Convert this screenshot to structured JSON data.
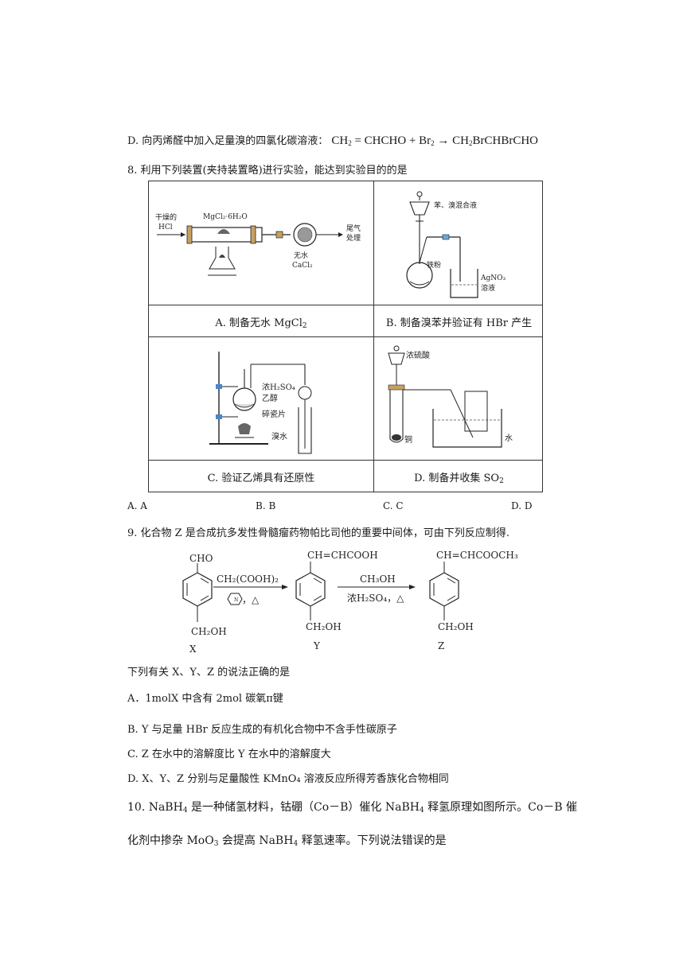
{
  "q7": {
    "optD_text": "D. 向丙烯醛中加入足量溴的四氯化碳溶液：",
    "optD_eq": {
      "lhs_a": "CH",
      "lhs_a_sub": "2",
      "lhs_b": " = CHCHO + Br",
      "lhs_b_sub": "2",
      "arrow": " → ",
      "rhs_a": "CH",
      "rhs_a_sub": "2",
      "rhs_b": "BrCHBrCHO"
    }
  },
  "q8": {
    "stem": "8. 利用下列装置(夹持装置略)进行实验，能达到实验目的的是",
    "panelA": {
      "labels": [
        "干燥的",
        "HCl",
        "MgCl₂·6H₂O",
        "无水",
        "CaCl₂",
        "尾气",
        "处理"
      ]
    },
    "panelB": {
      "labels": [
        "苯、溴混合液",
        "铁粉",
        "AgNO₃",
        "溶液"
      ]
    },
    "panelC": {
      "labels": [
        "浓H₂SO₄",
        "乙醇",
        "碎瓷片",
        "溴水"
      ]
    },
    "panelD": {
      "labels": [
        "浓硫酸",
        "铜",
        "水"
      ]
    },
    "captions": {
      "A_pre": "A.  制备无水 MgCl",
      "A_sub": "2",
      "B": "B.  制备溴苯并验证有 HBr 产生",
      "C": "C.  验证乙烯具有还原性",
      "D_pre": "D.  制备并收集 SO",
      "D_sub": "2"
    },
    "options": [
      "A. A",
      "B. B",
      "C. C",
      "D. D"
    ]
  },
  "q9": {
    "stem": "9. 化合物 Z 是合成抗多发性骨髓瘤药物帕比司他的重要中间体，可由下列反应制得.",
    "X": {
      "top": "CHO",
      "bottom": "CH₂OH",
      "label": "X"
    },
    "Y": {
      "top": "CH=CHCOOH",
      "bottom": "CH₂OH",
      "label": "Y"
    },
    "Z": {
      "top": "CH=CHCOOCH₃",
      "bottom": "CH₂OH",
      "label": "Z"
    },
    "step1": {
      "above": "CH₂(COOH)₂",
      "below": "，△"
    },
    "step2": {
      "above": "CH₃OH",
      "below": "浓H₂SO₄，△"
    },
    "prompt": "下列有关 X、Y、Z 的说法正确的是",
    "options": [
      "A．1molX 中含有 2mol 碳氧π键",
      "B. Y 与足量 HBr 反应生成的有机化合物中不含手性碳原子",
      "C. Z 在水中的溶解度比 Y 在水中的溶解度大",
      "D. X、Y、Z 分别与足量酸性 KMnO₄ 溶液反应所得芳香族化合物相同"
    ]
  },
  "q10": {
    "l1_a": "10.  NaBH",
    "l1_a_sub": "4",
    "l1_b": " 是一种储氢材料，钴硼（Co－B）催化 NaBH",
    "l1_b_sub": "4",
    "l1_c": " 释氢原理如图所示。Co－B 催",
    "l2_a": "化剂中掺杂 MoO",
    "l2_a_sub": "3",
    "l2_b": " 会提高 NaBH",
    "l2_b_sub": "4",
    "l2_c": " 释氢速率。下列说法错误的是"
  }
}
